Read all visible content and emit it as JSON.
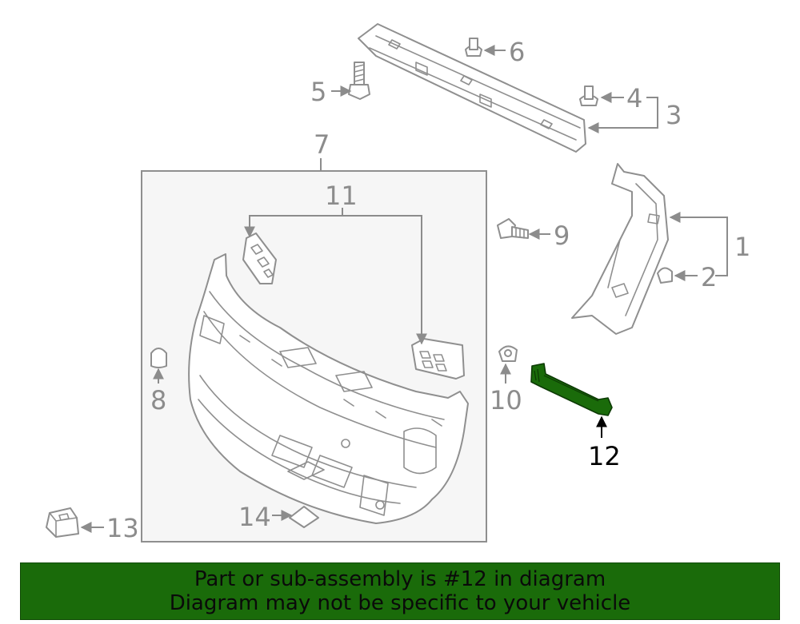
{
  "diagram": {
    "callouts": [
      "1",
      "2",
      "3",
      "4",
      "5",
      "6",
      "7",
      "8",
      "9",
      "10",
      "11",
      "12",
      "13",
      "14"
    ],
    "highlighted_part": "12",
    "highlight_color": "#1a6b0a"
  },
  "banner": {
    "line1": "Part or sub-assembly is #12 in diagram",
    "line2": "Diagram may not be specific to your vehicle",
    "background_color": "#1a6b0a"
  }
}
